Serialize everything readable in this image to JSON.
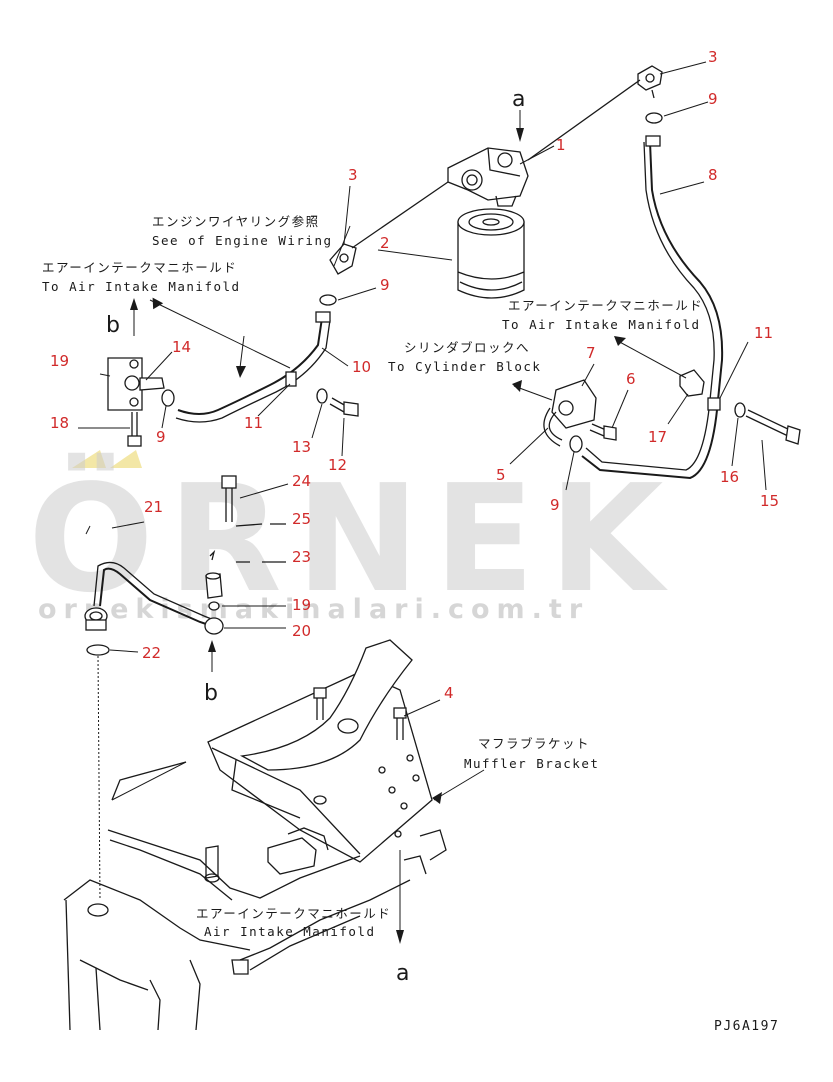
{
  "diagram": {
    "drawing_code": "PJ6A197",
    "view_labels": {
      "a_top": "a",
      "a_bottom": "a",
      "b_left": "b",
      "b_bottom": "b"
    },
    "notes": {
      "engine_wiring_jp": "エンジンワイヤリング参照",
      "engine_wiring_en": "See of Engine Wiring",
      "intake_left_jp": "エアーインテークマニホールド",
      "intake_left_en": "To Air Intake Manifold",
      "intake_right_jp": "エアーインテークマニホールド",
      "intake_right_en": "To Air Intake Manifold",
      "cylinder_block_jp": "シリンダブロックへ",
      "cylinder_block_en": "To Cylinder Block",
      "muffler_jp": "マフラブラケット",
      "muffler_en": "Muffler Bracket",
      "intake_bottom_jp": "エアーインテークマニホールド",
      "intake_bottom_en": "Air Intake Manifold"
    },
    "callouts": [
      {
        "id": "c1",
        "label": "1"
      },
      {
        "id": "c2",
        "label": "2"
      },
      {
        "id": "c3a",
        "label": "3"
      },
      {
        "id": "c3b",
        "label": "3"
      },
      {
        "id": "c4",
        "label": "4"
      },
      {
        "id": "c5",
        "label": "5"
      },
      {
        "id": "c6",
        "label": "6"
      },
      {
        "id": "c7",
        "label": "7"
      },
      {
        "id": "c8",
        "label": "8"
      },
      {
        "id": "c9a",
        "label": "9"
      },
      {
        "id": "c9b",
        "label": "9"
      },
      {
        "id": "c9c",
        "label": "9"
      },
      {
        "id": "c9d",
        "label": "9"
      },
      {
        "id": "c10",
        "label": "10"
      },
      {
        "id": "c11a",
        "label": "11"
      },
      {
        "id": "c11b",
        "label": "11"
      },
      {
        "id": "c12",
        "label": "12"
      },
      {
        "id": "c13",
        "label": "13"
      },
      {
        "id": "c14",
        "label": "14"
      },
      {
        "id": "c15",
        "label": "15"
      },
      {
        "id": "c16",
        "label": "16"
      },
      {
        "id": "c17",
        "label": "17"
      },
      {
        "id": "c18",
        "label": "18"
      },
      {
        "id": "c19a",
        "label": "19"
      },
      {
        "id": "c19b",
        "label": "19"
      },
      {
        "id": "c20",
        "label": "20"
      },
      {
        "id": "c21",
        "label": "21"
      },
      {
        "id": "c22",
        "label": "22"
      },
      {
        "id": "c23",
        "label": "23"
      },
      {
        "id": "c24",
        "label": "24"
      },
      {
        "id": "c25",
        "label": "25"
      }
    ]
  },
  "watermark": {
    "brand": "ÖRNEK",
    "url": "ornekismakinalari.com.tr"
  },
  "colors": {
    "callout": "#d12a2a",
    "line": "#1a1a1a",
    "watermark": "#cccccc",
    "watermark_accent": "#f3e7a6"
  }
}
